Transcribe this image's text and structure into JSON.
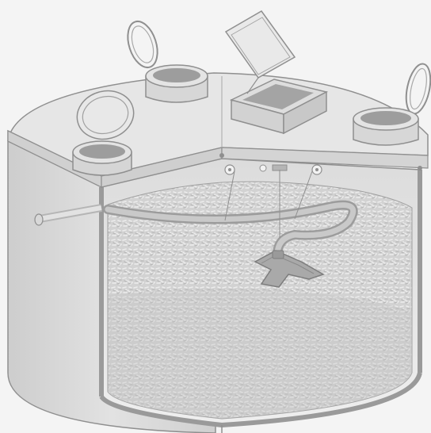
{
  "colors": {
    "background": "#f4f4f4",
    "tank_wall": "#d9d9d9",
    "tank_wall_dark": "#c6c6c6",
    "lid_top": "#e6e6e6",
    "cutaway_edge": "#bdbdbd",
    "pellets": "#cfcfcf",
    "pellets_dark": "#b9b9b9",
    "interior": "#e9e9e9",
    "outline": "#8f8f8f",
    "hose": "#b0b0b0"
  },
  "icons": {
    "tank": "cylindrical-storage-tank",
    "hatches": [
      "open-round-hatch",
      "open-round-hatch",
      "open-square-hatch",
      "open-round-hatch"
    ],
    "pellet_fill": "wood-pellet-fill",
    "suction_probe": "suction-probe-icon",
    "fill_pipe": "fill-pipe-icon"
  }
}
